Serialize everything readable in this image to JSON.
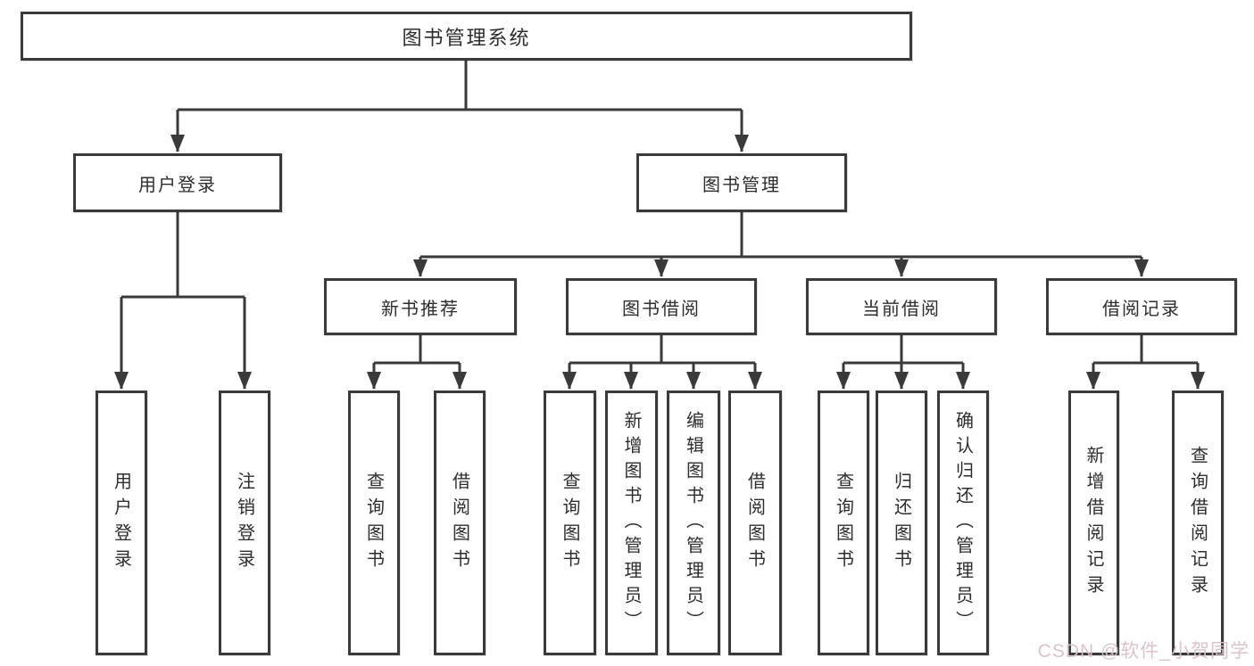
{
  "diagram": {
    "root": {
      "label": "图书管理系统"
    },
    "branches": {
      "user_login": {
        "label": "用户登录",
        "children": [
          {
            "label": "用户登录"
          },
          {
            "label": "注销登录"
          }
        ]
      },
      "book_mgmt": {
        "label": "图书管理",
        "children": [
          {
            "label": "新书推荐",
            "children": [
              {
                "label": "查询图书"
              },
              {
                "label": "借阅图书"
              }
            ]
          },
          {
            "label": "图书借阅",
            "children": [
              {
                "label": "查询图书"
              },
              {
                "label": "新增图书（管理员）"
              },
              {
                "label": "编辑图书（管理员）"
              },
              {
                "label": "借阅图书"
              }
            ]
          },
          {
            "label": "当前借阅",
            "children": [
              {
                "label": "查询图书"
              },
              {
                "label": "归还图书"
              },
              {
                "label": "确认归还（管理员）"
              }
            ]
          },
          {
            "label": "借阅记录",
            "children": [
              {
                "label": "新增借阅记录"
              },
              {
                "label": "查询借阅记录"
              }
            ]
          }
        ]
      }
    }
  },
  "watermark": {
    "text": "CSDN @软件_小贺同学"
  },
  "colors": {
    "line": "#3a3a3a",
    "text": "#2d2d2d",
    "background": "#ffffff",
    "watermark": "#dcc0c7"
  }
}
